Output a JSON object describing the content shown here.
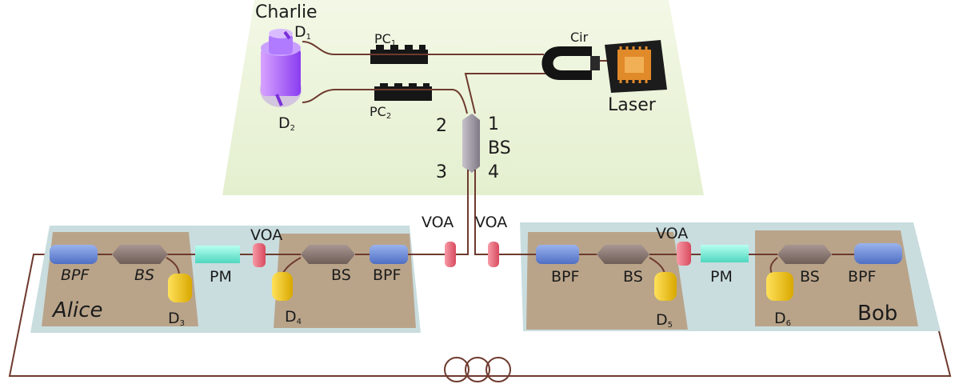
{
  "charlie": {
    "title": "Charlie",
    "d1": "D",
    "d1_sub": "1",
    "d2": "D",
    "d2_sub": "2",
    "pc1": "PC",
    "pc1_sub": "1",
    "pc2": "PC",
    "pc2_sub": "2",
    "cir": "Cir",
    "laser": "Laser",
    "bs": "BS",
    "port1": "1",
    "port2": "2",
    "port3": "3",
    "port4": "4"
  },
  "channel": {
    "voa_left": "VOA",
    "voa_right": "VOA"
  },
  "alice": {
    "name": "Alice",
    "bpf_out": "BPF",
    "bs_out": "BS",
    "pm": "PM",
    "voa": "VOA",
    "bs_in": "BS",
    "bpf_in": "BPF",
    "d3": "D",
    "d3_sub": "3",
    "d4": "D",
    "d4_sub": "4"
  },
  "bob": {
    "name": "Bob",
    "bpf_in": "BPF",
    "bs_in": "BS",
    "voa": "VOA",
    "pm": "PM",
    "bs_out": "BS",
    "bpf_out": "BPF",
    "d5": "D",
    "d5_sub": "5",
    "d6": "D",
    "d6_sub": "6"
  },
  "colors": {
    "fiber": "#6e3a2e",
    "charlie_bg": "#eef5dc",
    "station_bg": "#c9dddf",
    "box": "#b9a48a",
    "bpf": "#6f8fd8",
    "bs": "#8e7a74",
    "detector": "#f2c200",
    "pm": "#7cf2dc",
    "voa": "#f06a7c",
    "beamsplitter_main": "#a9a3ad",
    "laser_chip": "#e08a2a",
    "spad": "#b36bff"
  }
}
